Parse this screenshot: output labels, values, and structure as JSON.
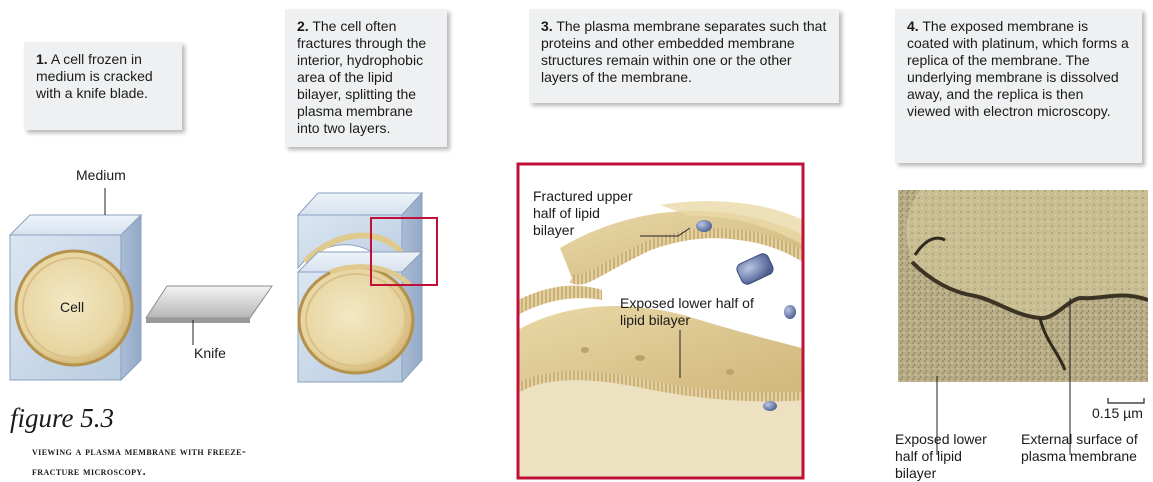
{
  "steps": [
    {
      "num": "1.",
      "text": "A cell frozen in medium is cracked with a knife blade."
    },
    {
      "num": "2.",
      "text": "The cell often fractures through the interior, hydrophobic area of the lipid bilayer, splitting the plasma membrane into two layers."
    },
    {
      "num": "3.",
      "text": "The plasma membrane separates such that proteins and other embedded membrane structures remain within one or the other layers of the membrane."
    },
    {
      "num": "4.",
      "text": "The exposed membrane is coated with platinum, which forms a replica of the membrane. The underlying membrane is dissolved away, and the replica is then viewed with electron microscopy."
    }
  ],
  "labels": {
    "medium": "Medium",
    "cell": "Cell",
    "knife": "Knife",
    "fractured_upper": "Fractured upper half of lipid bilayer",
    "exposed_lower_inset": "Exposed lower half of lipid bilayer",
    "scale_bar": "0.15 µm",
    "exposed_lower_micro": "Exposed lower half of lipid bilayer",
    "external_surface": "External surface of plasma membrane"
  },
  "figure": {
    "title": "figure 5.3",
    "caption": "VIEWING A PLASMA MEMBRANE WITH FREEZE-FRACTURE MICROSCOPY."
  },
  "colors": {
    "card_bg": "#eef0f1",
    "block_blue": "#c8d7e9",
    "cell_tan": "#e8d7a7",
    "highlight_red": "#c0103a",
    "protein_blue": "#7486b2"
  }
}
